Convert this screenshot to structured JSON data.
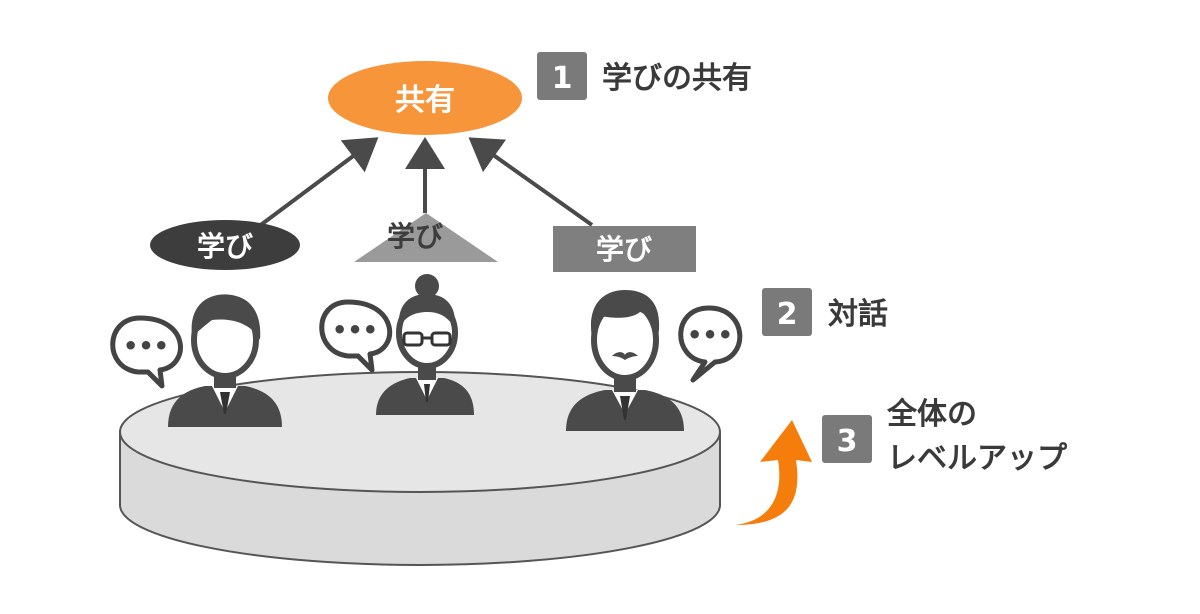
{
  "colors": {
    "accent": "#F7953A",
    "dark": "#3D3D3D",
    "mid": "#5C5C5C",
    "badge": "#7A7A7A",
    "platform_top": "#E6E6E6",
    "platform_side": "#D9D9D9",
    "orange_arrow": "#F47D0B"
  },
  "share": {
    "label": "共有"
  },
  "learnings": [
    {
      "label": "学び",
      "shape": "ellipse"
    },
    {
      "label": "学び",
      "shape": "triangle"
    },
    {
      "label": "学び",
      "shape": "rectangle"
    }
  ],
  "steps": [
    {
      "number": "1",
      "label": "学びの共有"
    },
    {
      "number": "2",
      "label": "対話"
    },
    {
      "number": "3",
      "label_line1": "全体の",
      "label_line2": "レベルアップ"
    }
  ],
  "people": [
    {
      "role": "man-with-side-part",
      "icon": "person-icon"
    },
    {
      "role": "woman-with-glasses",
      "icon": "person-icon"
    },
    {
      "role": "man-with-mustache",
      "icon": "person-icon"
    }
  ],
  "speech_bubbles": [
    {
      "icon": "speech-bubble-icon",
      "text": "•••"
    },
    {
      "icon": "speech-bubble-icon",
      "text": "•••"
    },
    {
      "icon": "speech-bubble-icon",
      "text": "•••"
    }
  ]
}
